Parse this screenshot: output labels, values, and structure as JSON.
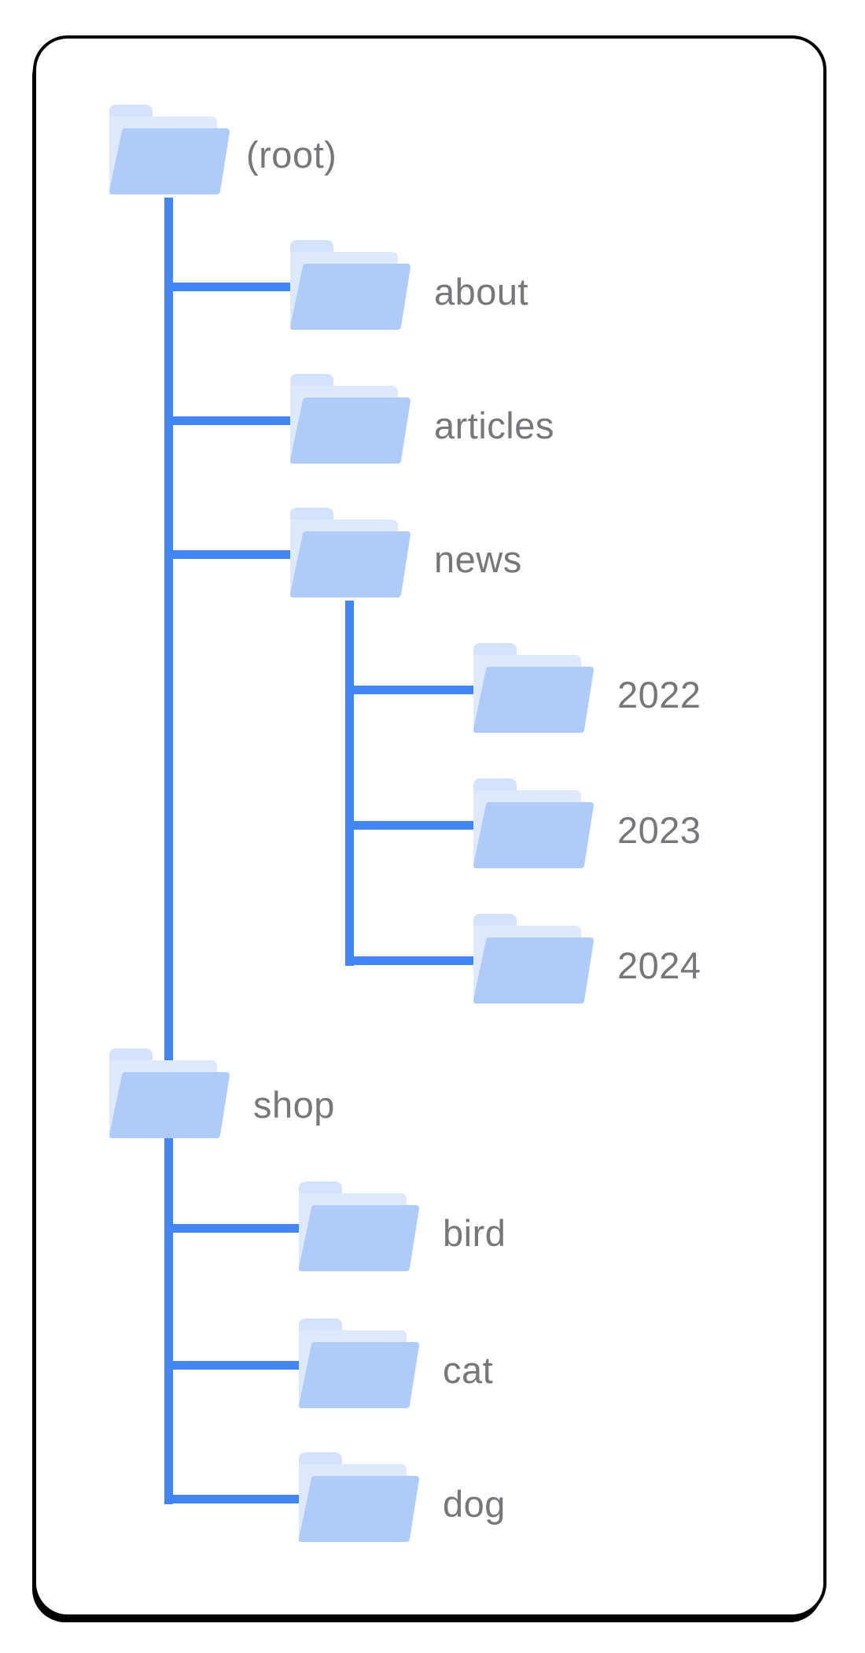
{
  "figure": {
    "kind": "site-structure-folder-tree-diagram"
  },
  "colors": {
    "line": "#4285f4",
    "folder_front": "#aecbfa",
    "folder_tab": "#d4e2fc",
    "folder_sheet": "#dfe9fd",
    "label": "#76777b",
    "card_border": "#000000",
    "card_background": "#ffffff"
  },
  "icons": {
    "node_icon": "folder-icon"
  },
  "trees": [
    {
      "label": "(root)",
      "children": [
        {
          "label": "about"
        },
        {
          "label": "articles"
        },
        {
          "label": "news",
          "children": [
            {
              "label": "2022"
            },
            {
              "label": "2023"
            },
            {
              "label": "2024"
            }
          ]
        }
      ]
    },
    {
      "label": "shop",
      "children": [
        {
          "label": "bird"
        },
        {
          "label": "cat"
        },
        {
          "label": "dog"
        }
      ]
    }
  ]
}
